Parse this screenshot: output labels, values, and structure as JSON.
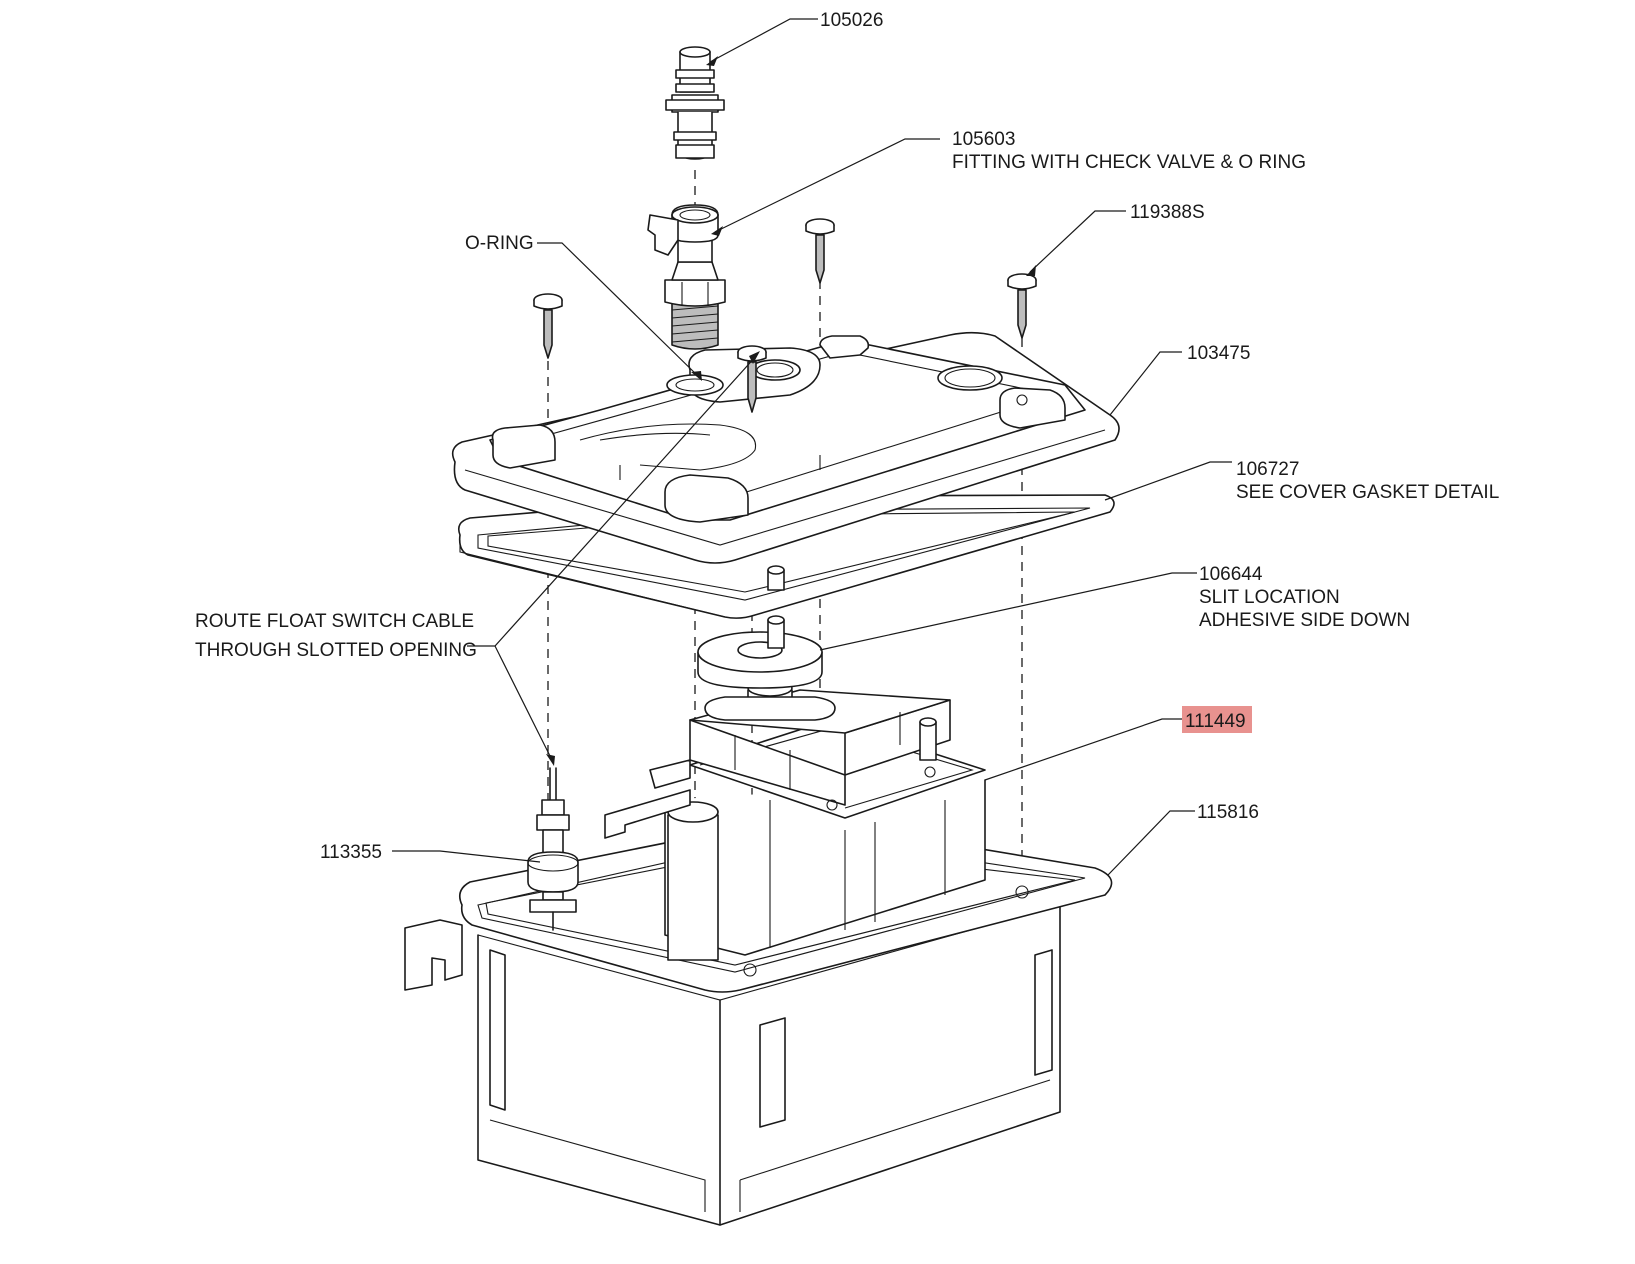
{
  "diagram": {
    "highlight_color": "#e8928f",
    "line_color": "#1a1a1a",
    "callouts": {
      "p105026": {
        "part": "105026"
      },
      "p105603": {
        "part": "105603",
        "desc": "FITTING WITH CHECK VALVE & O RING"
      },
      "p119388s": {
        "part": "119388S"
      },
      "oring": {
        "desc": "O-RING"
      },
      "p103475": {
        "part": "103475"
      },
      "p106727": {
        "part": "106727",
        "desc": "SEE COVER GASKET DETAIL"
      },
      "p106644": {
        "part": "106644",
        "desc1": "SLIT LOCATION",
        "desc2": "ADHESIVE SIDE DOWN"
      },
      "route": {
        "desc1": "ROUTE FLOAT SWITCH CABLE",
        "desc2": "THROUGH SLOTTED OPENING"
      },
      "p111449": {
        "part": "111449",
        "highlighted": true
      },
      "p113355": {
        "part": "113355"
      },
      "p115816": {
        "part": "115816"
      }
    }
  }
}
